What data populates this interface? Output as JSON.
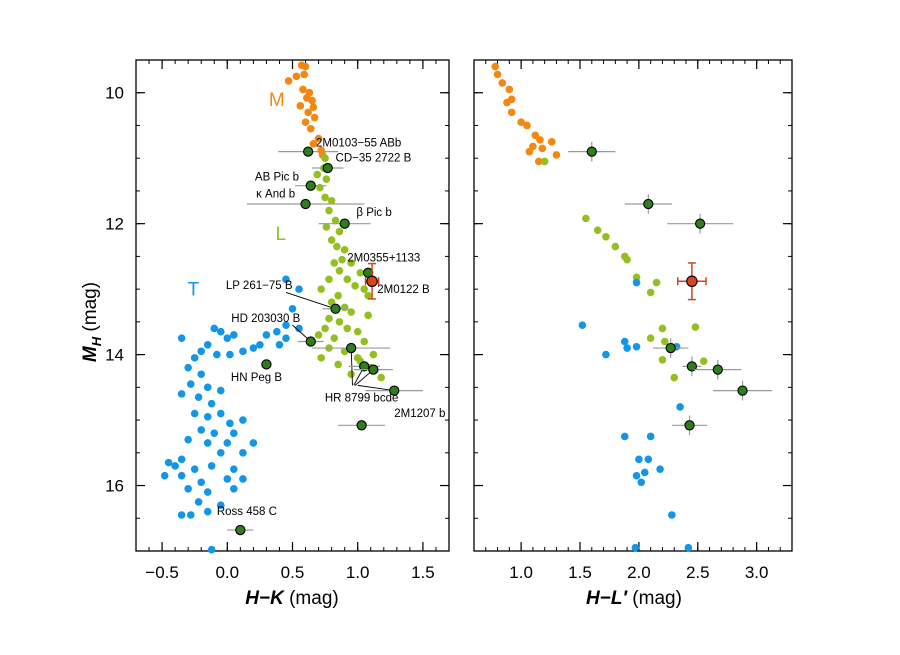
{
  "colors": {
    "M": "#f5870f",
    "L": "#93c01f",
    "T": "#1496e8",
    "companion": "#2f7d1e",
    "target": "#d2451e",
    "errorbar": "#9a9a9a"
  },
  "chart_data": [
    {
      "type": "scatter",
      "xlabel_main": "H−K",
      "xlabel_unit": " (mag)",
      "ylabel_main": "M",
      "ylabel_sub": "H",
      "ylabel_unit": " (mag)",
      "xlim": [
        -0.7,
        1.7
      ],
      "ylim": [
        17.0,
        9.5
      ],
      "xticks": [
        -0.5,
        0.0,
        0.5,
        1.0,
        1.5
      ],
      "xtick_labels": [
        "−0.5",
        "0.0",
        "0.5",
        "1.0",
        "1.5"
      ],
      "yticks": [
        10,
        12,
        14,
        16
      ],
      "ytick_labels": [
        "10",
        "12",
        "14",
        "16"
      ],
      "spectral_labels": [
        {
          "text": "M",
          "color": "M",
          "x": 0.38,
          "y": 10.2
        },
        {
          "text": "L",
          "color": "L",
          "x": 0.41,
          "y": 12.25
        },
        {
          "text": "T",
          "color": "T",
          "x": -0.26,
          "y": 13.1
        }
      ],
      "field": {
        "M": [
          [
            0.57,
            9.58
          ],
          [
            0.6,
            9.6
          ],
          [
            0.59,
            9.72
          ],
          [
            0.53,
            9.75
          ],
          [
            0.47,
            9.82
          ],
          [
            0.58,
            9.95
          ],
          [
            0.63,
            10.0
          ],
          [
            0.61,
            10.08
          ],
          [
            0.65,
            10.12
          ],
          [
            0.56,
            10.2
          ],
          [
            0.66,
            10.22
          ],
          [
            0.62,
            10.3
          ],
          [
            0.67,
            10.38
          ],
          [
            0.6,
            10.45
          ],
          [
            0.64,
            10.55
          ],
          [
            0.7,
            10.7
          ],
          [
            0.66,
            10.78
          ],
          [
            0.72,
            10.88
          ],
          [
            0.73,
            10.95
          ]
        ],
        "L": [
          [
            0.75,
            11.0
          ],
          [
            0.74,
            11.15
          ],
          [
            0.69,
            11.25
          ],
          [
            0.76,
            11.32
          ],
          [
            0.71,
            11.45
          ],
          [
            0.75,
            11.6
          ],
          [
            0.8,
            11.65
          ],
          [
            0.78,
            11.8
          ],
          [
            0.83,
            11.95
          ],
          [
            0.76,
            12.05
          ],
          [
            0.86,
            12.12
          ],
          [
            0.8,
            12.25
          ],
          [
            0.84,
            12.35
          ],
          [
            0.9,
            12.4
          ],
          [
            0.88,
            12.55
          ],
          [
            0.95,
            12.6
          ],
          [
            0.82,
            12.6
          ],
          [
            0.86,
            12.72
          ],
          [
            1.02,
            12.75
          ],
          [
            0.78,
            12.85
          ],
          [
            0.92,
            12.85
          ],
          [
            0.98,
            12.95
          ],
          [
            1.05,
            13.0
          ],
          [
            0.72,
            13.0
          ],
          [
            0.85,
            13.1
          ],
          [
            1.08,
            13.1
          ],
          [
            0.8,
            13.2
          ],
          [
            0.9,
            13.28
          ],
          [
            0.95,
            13.35
          ],
          [
            1.08,
            13.4
          ],
          [
            0.78,
            13.45
          ],
          [
            0.86,
            13.5
          ],
          [
            0.75,
            13.6
          ],
          [
            0.92,
            13.6
          ],
          [
            1.0,
            13.65
          ],
          [
            0.7,
            13.7
          ],
          [
            0.82,
            13.75
          ],
          [
            1.05,
            13.8
          ],
          [
            0.78,
            13.9
          ],
          [
            0.9,
            13.95
          ],
          [
            0.72,
            14.05
          ],
          [
            1.0,
            14.05
          ],
          [
            0.85,
            14.15
          ],
          [
            1.1,
            14.2
          ],
          [
            0.95,
            14.3
          ],
          [
            1.18,
            14.35
          ],
          [
            1.02,
            14.1
          ],
          [
            1.12,
            14.0
          ]
        ],
        "T": [
          [
            0.45,
            12.85
          ],
          [
            0.55,
            13.0
          ],
          [
            0.5,
            13.3
          ],
          [
            0.45,
            13.55
          ],
          [
            0.55,
            13.6
          ],
          [
            0.38,
            13.65
          ],
          [
            0.3,
            13.7
          ],
          [
            0.45,
            13.75
          ],
          [
            0.25,
            13.85
          ],
          [
            0.4,
            13.85
          ],
          [
            0.2,
            13.9
          ],
          [
            0.12,
            13.95
          ],
          [
            0.02,
            14.0
          ],
          [
            -0.08,
            14.0
          ],
          [
            -0.15,
            13.85
          ],
          [
            0.0,
            13.75
          ],
          [
            -0.1,
            13.6
          ],
          [
            -0.05,
            13.65
          ],
          [
            0.05,
            13.7
          ],
          [
            -0.2,
            13.95
          ],
          [
            -0.35,
            13.75
          ],
          [
            -0.25,
            14.05
          ],
          [
            -0.3,
            14.2
          ],
          [
            -0.2,
            14.3
          ],
          [
            -0.28,
            14.45
          ],
          [
            -0.35,
            14.6
          ],
          [
            -0.22,
            14.65
          ],
          [
            -0.15,
            14.5
          ],
          [
            -0.05,
            14.55
          ],
          [
            -0.12,
            14.75
          ],
          [
            -0.25,
            14.9
          ],
          [
            -0.15,
            14.95
          ],
          [
            -0.05,
            14.9
          ],
          [
            0.02,
            15.05
          ],
          [
            -0.2,
            15.15
          ],
          [
            -0.1,
            15.2
          ],
          [
            0.05,
            15.2
          ],
          [
            0.12,
            15.0
          ],
          [
            -0.3,
            15.3
          ],
          [
            -0.15,
            15.35
          ],
          [
            0.0,
            15.35
          ],
          [
            -0.05,
            15.5
          ],
          [
            0.12,
            15.5
          ],
          [
            0.2,
            15.35
          ],
          [
            -0.35,
            15.6
          ],
          [
            -0.45,
            15.65
          ],
          [
            -0.4,
            15.7
          ],
          [
            -0.25,
            15.75
          ],
          [
            -0.12,
            15.7
          ],
          [
            0.05,
            15.75
          ],
          [
            -0.48,
            15.85
          ],
          [
            -0.35,
            15.85
          ],
          [
            -0.2,
            15.95
          ],
          [
            0.0,
            15.9
          ],
          [
            0.12,
            15.9
          ],
          [
            -0.3,
            16.05
          ],
          [
            -0.15,
            16.1
          ],
          [
            0.05,
            16.05
          ],
          [
            -0.22,
            16.25
          ],
          [
            -0.05,
            16.3
          ],
          [
            -0.35,
            16.45
          ],
          [
            -0.28,
            16.45
          ],
          [
            -0.15,
            16.4
          ],
          [
            -0.12,
            16.98
          ]
        ]
      },
      "companions": [
        {
          "x": 0.62,
          "y": 10.9,
          "xerr": 0.23,
          "yerr": 0.0
        },
        {
          "x": 0.77,
          "y": 11.15,
          "xerr": 0.12,
          "yerr": 0.0
        },
        {
          "x": 0.64,
          "y": 11.42,
          "xerr": 0.12,
          "yerr": 0.0
        },
        {
          "x": 0.6,
          "y": 11.7,
          "xerr": 0.45,
          "yerr": 0.0
        },
        {
          "x": 0.9,
          "y": 12.0,
          "xerr": 0.2,
          "yerr": 0.0
        },
        {
          "x": 1.08,
          "y": 12.75,
          "xerr": 0.0,
          "yerr": 0.0
        },
        {
          "x": 0.83,
          "y": 13.3,
          "xerr": 0.1,
          "yerr": 0.0
        },
        {
          "x": 0.64,
          "y": 13.8,
          "xerr": 0.1,
          "yerr": 0.0
        },
        {
          "x": 0.95,
          "y": 13.9,
          "xerr": 0.3,
          "yerr": 0.0
        },
        {
          "x": 0.3,
          "y": 14.15,
          "xerr": 0.0,
          "yerr": 0.0
        },
        {
          "x": 1.05,
          "y": 14.18,
          "xerr": 0.12,
          "yerr": 0.0
        },
        {
          "x": 1.12,
          "y": 14.23,
          "xerr": 0.15,
          "yerr": 0.0
        },
        {
          "x": 1.28,
          "y": 14.55,
          "xerr": 0.22,
          "yerr": 0.0
        },
        {
          "x": 1.03,
          "y": 15.08,
          "xerr": 0.18,
          "yerr": 0.0
        },
        {
          "x": 0.1,
          "y": 16.68,
          "xerr": 0.1,
          "yerr": 0.0
        }
      ],
      "target": {
        "x": 1.11,
        "y": 12.88,
        "xerr": 0.05,
        "yerr": 0.27
      },
      "annotations": [
        {
          "text": "2M0103−55 ABb",
          "x": 0.68,
          "y": 10.82,
          "anchor": "start",
          "color": "#000"
        },
        {
          "text": "CD−35 2722 B",
          "x": 0.83,
          "y": 11.05,
          "anchor": "start",
          "color": "#000"
        },
        {
          "text": "AB Pic b",
          "x": 0.55,
          "y": 11.34,
          "anchor": "end",
          "color": "#000"
        },
        {
          "text": "κ And b",
          "x": 0.52,
          "y": 11.6,
          "anchor": "end",
          "color": "#000"
        },
        {
          "text": "β Pic b",
          "x": 0.99,
          "y": 11.88,
          "anchor": "start",
          "color": "#000"
        },
        {
          "text": "2M0355+1133",
          "x": 0.92,
          "y": 12.58,
          "anchor": "start",
          "color": "#000"
        },
        {
          "text": "2M0122 B",
          "x": 1.15,
          "y": 13.06,
          "anchor": "start",
          "color": "target"
        },
        {
          "text": "LP 261−75 B",
          "x": 0.5,
          "y": 13.0,
          "anchor": "end",
          "color": "#000"
        },
        {
          "text": "HD 203030 B",
          "x": 0.56,
          "y": 13.5,
          "anchor": "end",
          "color": "#000"
        },
        {
          "text": "HN Peg B",
          "x": 0.42,
          "y": 14.4,
          "anchor": "end",
          "color": "#000"
        },
        {
          "text": "HR 8799 bcde",
          "x": 1.03,
          "y": 14.72,
          "anchor": "middle",
          "color": "#000"
        },
        {
          "text": "2M1207 b",
          "x": 1.28,
          "y": 14.95,
          "anchor": "start",
          "color": "#000"
        },
        {
          "text": "Ross 458 C",
          "x": -0.08,
          "y": 16.45,
          "anchor": "start",
          "color": "#000"
        }
      ],
      "leader_lines": [
        {
          "x1": 0.45,
          "y1": 13.05,
          "x2": 0.83,
          "y2": 13.3
        },
        {
          "x1": 0.5,
          "y1": 13.55,
          "x2": 0.64,
          "y2": 13.8
        },
        {
          "x1": 0.97,
          "y1": 14.47,
          "x2": 1.05,
          "y2": 14.18
        },
        {
          "x1": 0.98,
          "y1": 14.47,
          "x2": 1.12,
          "y2": 14.23
        },
        {
          "x1": 0.96,
          "y1": 14.47,
          "x2": 0.95,
          "y2": 13.9
        },
        {
          "x1": 1.0,
          "y1": 14.47,
          "x2": 1.28,
          "y2": 14.55
        }
      ]
    },
    {
      "type": "scatter",
      "xlabel_main": "H−L′",
      "xlabel_unit": " (mag)",
      "xlim": [
        0.6,
        3.3
      ],
      "ylim": [
        17.0,
        9.5
      ],
      "xticks": [
        1.0,
        1.5,
        2.0,
        2.5,
        3.0
      ],
      "xtick_labels": [
        "1.0",
        "1.5",
        "2.0",
        "2.5",
        "3.0"
      ],
      "yticks": [
        10,
        12,
        14,
        16
      ],
      "field": {
        "M": [
          [
            0.78,
            9.6
          ],
          [
            0.8,
            9.72
          ],
          [
            0.84,
            9.85
          ],
          [
            0.9,
            9.95
          ],
          [
            0.92,
            10.1
          ],
          [
            0.88,
            10.15
          ],
          [
            0.92,
            10.3
          ],
          [
            1.0,
            10.45
          ],
          [
            1.05,
            10.5
          ],
          [
            1.12,
            10.65
          ],
          [
            1.16,
            10.72
          ],
          [
            1.26,
            10.75
          ],
          [
            1.1,
            10.82
          ],
          [
            1.18,
            10.85
          ],
          [
            1.07,
            10.9
          ],
          [
            1.3,
            10.95
          ],
          [
            1.15,
            11.05
          ]
        ],
        "L": [
          [
            1.2,
            11.05
          ],
          [
            1.55,
            11.92
          ],
          [
            1.65,
            12.1
          ],
          [
            1.72,
            12.2
          ],
          [
            1.8,
            12.35
          ],
          [
            1.88,
            12.5
          ],
          [
            1.9,
            12.55
          ],
          [
            1.98,
            12.82
          ],
          [
            2.15,
            12.9
          ],
          [
            2.1,
            13.05
          ],
          [
            2.2,
            13.6
          ],
          [
            2.48,
            13.58
          ],
          [
            2.1,
            13.75
          ],
          [
            2.22,
            13.8
          ],
          [
            2.2,
            14.08
          ],
          [
            2.55,
            14.1
          ],
          [
            2.3,
            14.35
          ]
        ],
        "T": [
          [
            1.98,
            12.9
          ],
          [
            1.52,
            13.55
          ],
          [
            1.72,
            14.0
          ],
          [
            1.88,
            13.8
          ],
          [
            1.9,
            13.9
          ],
          [
            1.98,
            13.88
          ],
          [
            2.32,
            13.88
          ],
          [
            1.88,
            15.25
          ],
          [
            2.1,
            15.25
          ],
          [
            2.35,
            14.8
          ],
          [
            2.0,
            15.6
          ],
          [
            2.08,
            15.6
          ],
          [
            2.05,
            15.8
          ],
          [
            1.98,
            15.85
          ],
          [
            2.02,
            15.95
          ],
          [
            2.18,
            15.75
          ],
          [
            1.97,
            16.95
          ],
          [
            2.28,
            16.45
          ],
          [
            2.42,
            16.95
          ]
        ]
      },
      "companions": [
        {
          "x": 1.6,
          "y": 10.9,
          "xerr": 0.2,
          "yerr": 0.15
        },
        {
          "x": 2.08,
          "y": 11.7,
          "xerr": 0.2,
          "yerr": 0.15
        },
        {
          "x": 2.52,
          "y": 12.0,
          "xerr": 0.28,
          "yerr": 0.15
        },
        {
          "x": 2.27,
          "y": 13.9,
          "xerr": 0.15,
          "yerr": 0.15
        },
        {
          "x": 2.45,
          "y": 14.18,
          "xerr": 0.08,
          "yerr": 0.15
        },
        {
          "x": 2.67,
          "y": 14.23,
          "xerr": 0.2,
          "yerr": 0.15
        },
        {
          "x": 2.88,
          "y": 14.55,
          "xerr": 0.25,
          "yerr": 0.15
        },
        {
          "x": 2.43,
          "y": 15.08,
          "xerr": 0.15,
          "yerr": 0.15
        }
      ],
      "target": {
        "x": 2.45,
        "y": 12.88,
        "xerr": 0.12,
        "yerr": 0.28
      }
    }
  ]
}
